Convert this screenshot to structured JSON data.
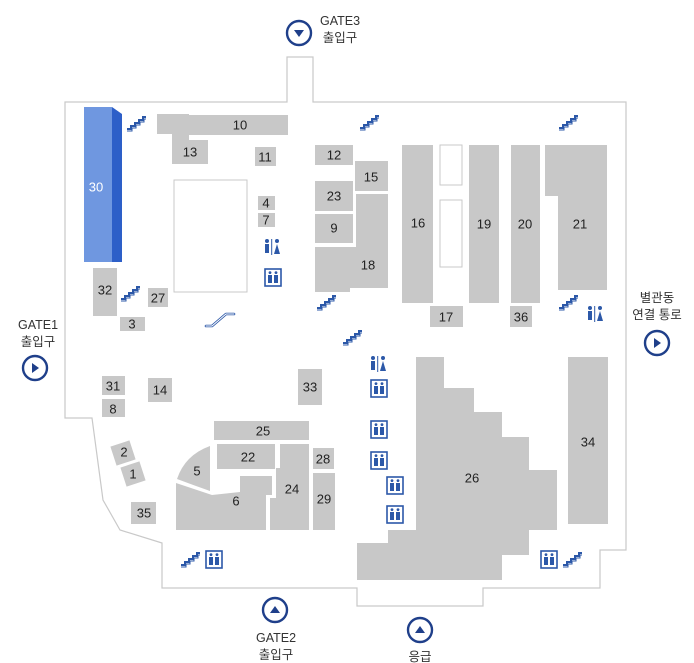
{
  "gates": {
    "gate3": {
      "title": "GATE3",
      "sub": "출입구"
    },
    "gate1": {
      "title": "GATE1",
      "sub": "출입구"
    },
    "gate2": {
      "title": "GATE2",
      "sub": "출입구"
    },
    "emergency": {
      "title": "응급"
    },
    "annex": {
      "title": "별관동",
      "sub": "연결 통로"
    }
  },
  "rooms": {
    "r1": "1",
    "r2": "2",
    "r3": "3",
    "r4": "4",
    "r5": "5",
    "r6": "6",
    "r7": "7",
    "r8": "8",
    "r9": "9",
    "r10": "10",
    "r11": "11",
    "r12": "12",
    "r13": "13",
    "r14": "14",
    "r15": "15",
    "r16": "16",
    "r17": "17",
    "r18": "18",
    "r19": "19",
    "r20": "20",
    "r21": "21",
    "r22": "22",
    "r23": "23",
    "r24": "24",
    "r25": "25",
    "r26": "26",
    "r27": "27",
    "r28": "28",
    "r29": "29",
    "r30": "30",
    "r31": "31",
    "r32": "32",
    "r33": "33",
    "r34": "34",
    "r35": "35",
    "r36": "36"
  },
  "highlight": {
    "room": "30",
    "color": "#6f97e0"
  },
  "colors": {
    "room": "#c8c8c8",
    "outline": "#c9c9c9",
    "accent": "#1f3f8a",
    "icon": "#2c58a8"
  },
  "icons": {
    "stairs": "stairs-icon",
    "elevator": "elevator-icon",
    "restroom": "restroom-icon",
    "escalator": "escalator-icon",
    "gate_arrow": "gate-arrow-icon"
  }
}
